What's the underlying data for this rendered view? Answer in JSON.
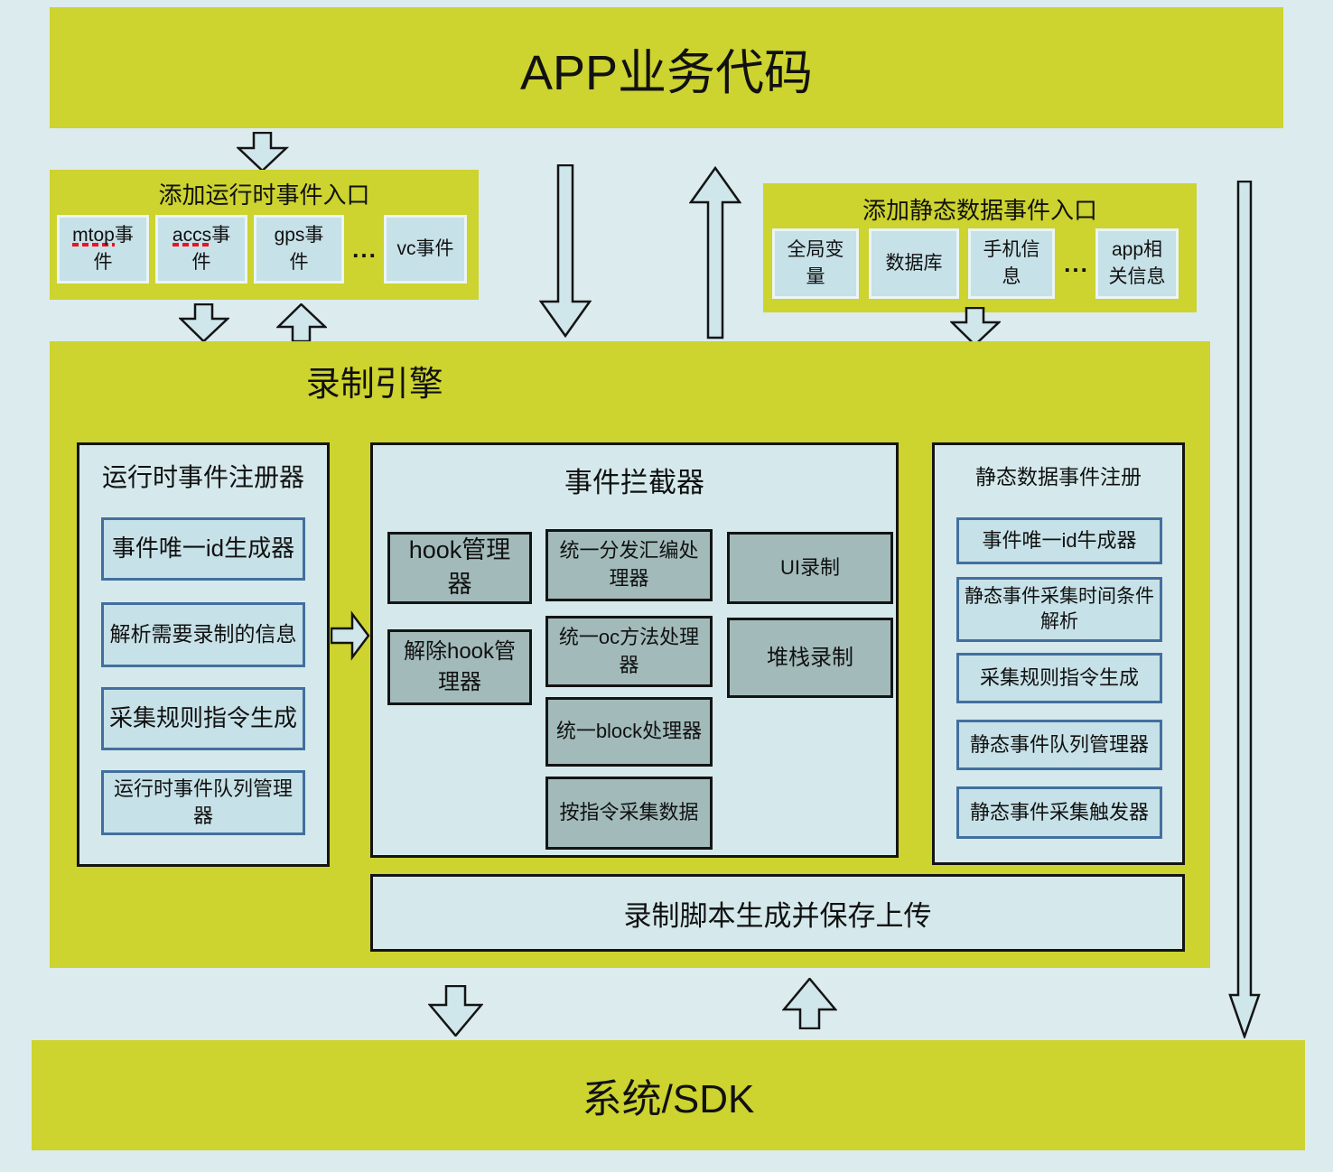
{
  "colors": {
    "yellow": "#cdd32f",
    "bg": "#dbebee",
    "panel-bg": "#d5e9ec",
    "box-blue": "#c6e1e7",
    "box-blue-border": "#426f9f",
    "entry-box-border": "#eaf5f5",
    "gray-box": "#a2baba",
    "arrow-fill": "#cfe6eb",
    "outline": "#141414",
    "squiggle-red": "#ee1122"
  },
  "top_banner": {
    "title": "APP业务代码"
  },
  "runtime_entry": {
    "title": "添加运行时事件入口",
    "ellipsis": "...",
    "items": [
      {
        "latin": "mtop",
        "rest": "事件"
      },
      {
        "latin": "accs",
        "rest": "事件"
      },
      {
        "latin": "gps",
        "rest": "事件"
      },
      {
        "latin": "vc",
        "rest": "事件"
      }
    ]
  },
  "static_entry": {
    "title": "添加静态数据事件入口",
    "ellipsis": "...",
    "items": [
      "全局变量",
      "数据库",
      "手机信息",
      "app相关信息"
    ]
  },
  "engine": {
    "title": "录制引擎"
  },
  "runtime_registrar": {
    "title": "运行时事件注册器",
    "items": [
      "事件唯一id生成器",
      "解析需要录制的信息",
      "采集规则指令生成",
      "运行时事件队列管理器"
    ]
  },
  "interceptor": {
    "title": "事件拦截器",
    "hook_col": [
      "hook管理器",
      "解除hook管理器"
    ],
    "dispatch_col": [
      "统一分发汇编处理器",
      "统一oc方法处理器",
      "统一block处理器",
      "按指令采集数据"
    ],
    "record_col": [
      "UI录制",
      "堆栈录制"
    ]
  },
  "static_registrar": {
    "title": "静态数据事件注册",
    "items": [
      "事件唯一id牛成器",
      "静态事件采集时间条件解析",
      "采集规则指令生成",
      "静态事件队列管理器",
      "静态事件采集触发器"
    ]
  },
  "script_box": {
    "title": "录制脚本生成并保存上传"
  },
  "bottom_banner": {
    "title": "系统/SDK"
  }
}
